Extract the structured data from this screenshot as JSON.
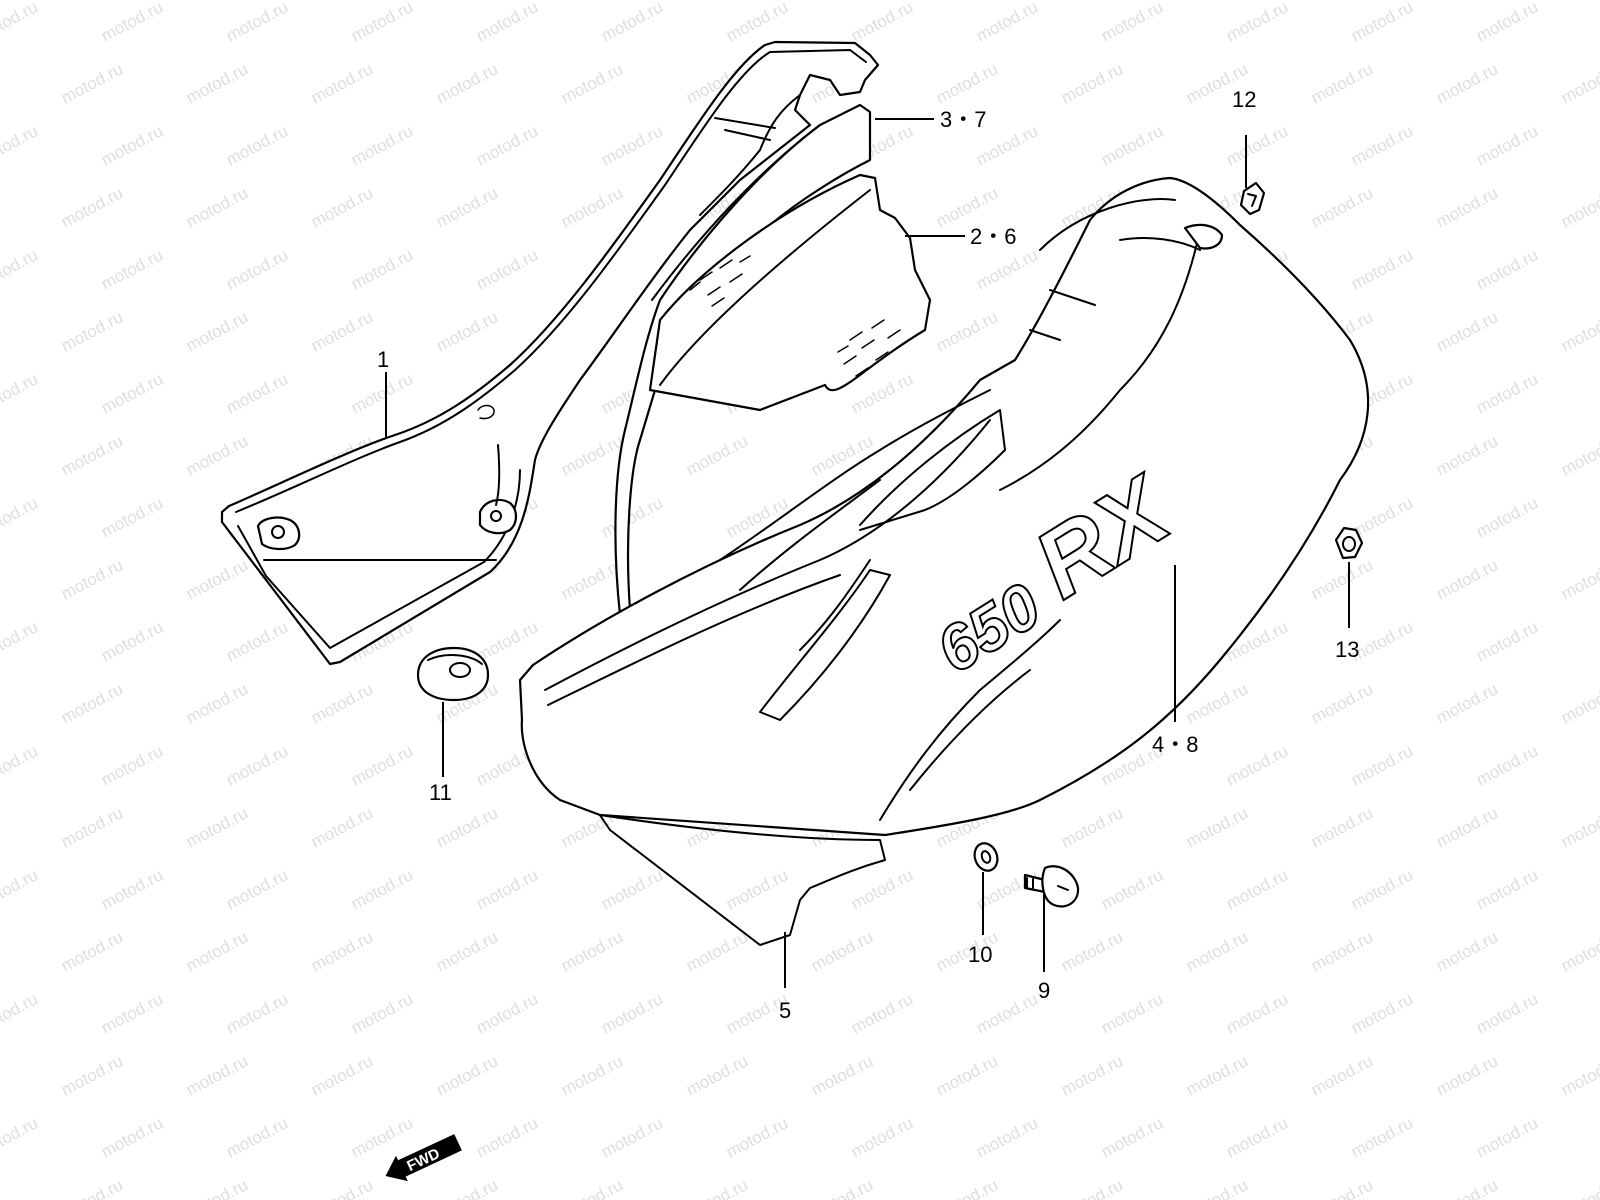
{
  "watermark": "motod.ru",
  "callouts": {
    "c1": "1",
    "c2_6": "2・6",
    "c3_7": "3・7",
    "c4_8": "4・8",
    "c5": "5",
    "c9": "9",
    "c10": "10",
    "c11": "11",
    "c12": "12",
    "c13": "13"
  },
  "decal": {
    "model": "650",
    "series": "RX"
  },
  "fwd_label": "FWD"
}
